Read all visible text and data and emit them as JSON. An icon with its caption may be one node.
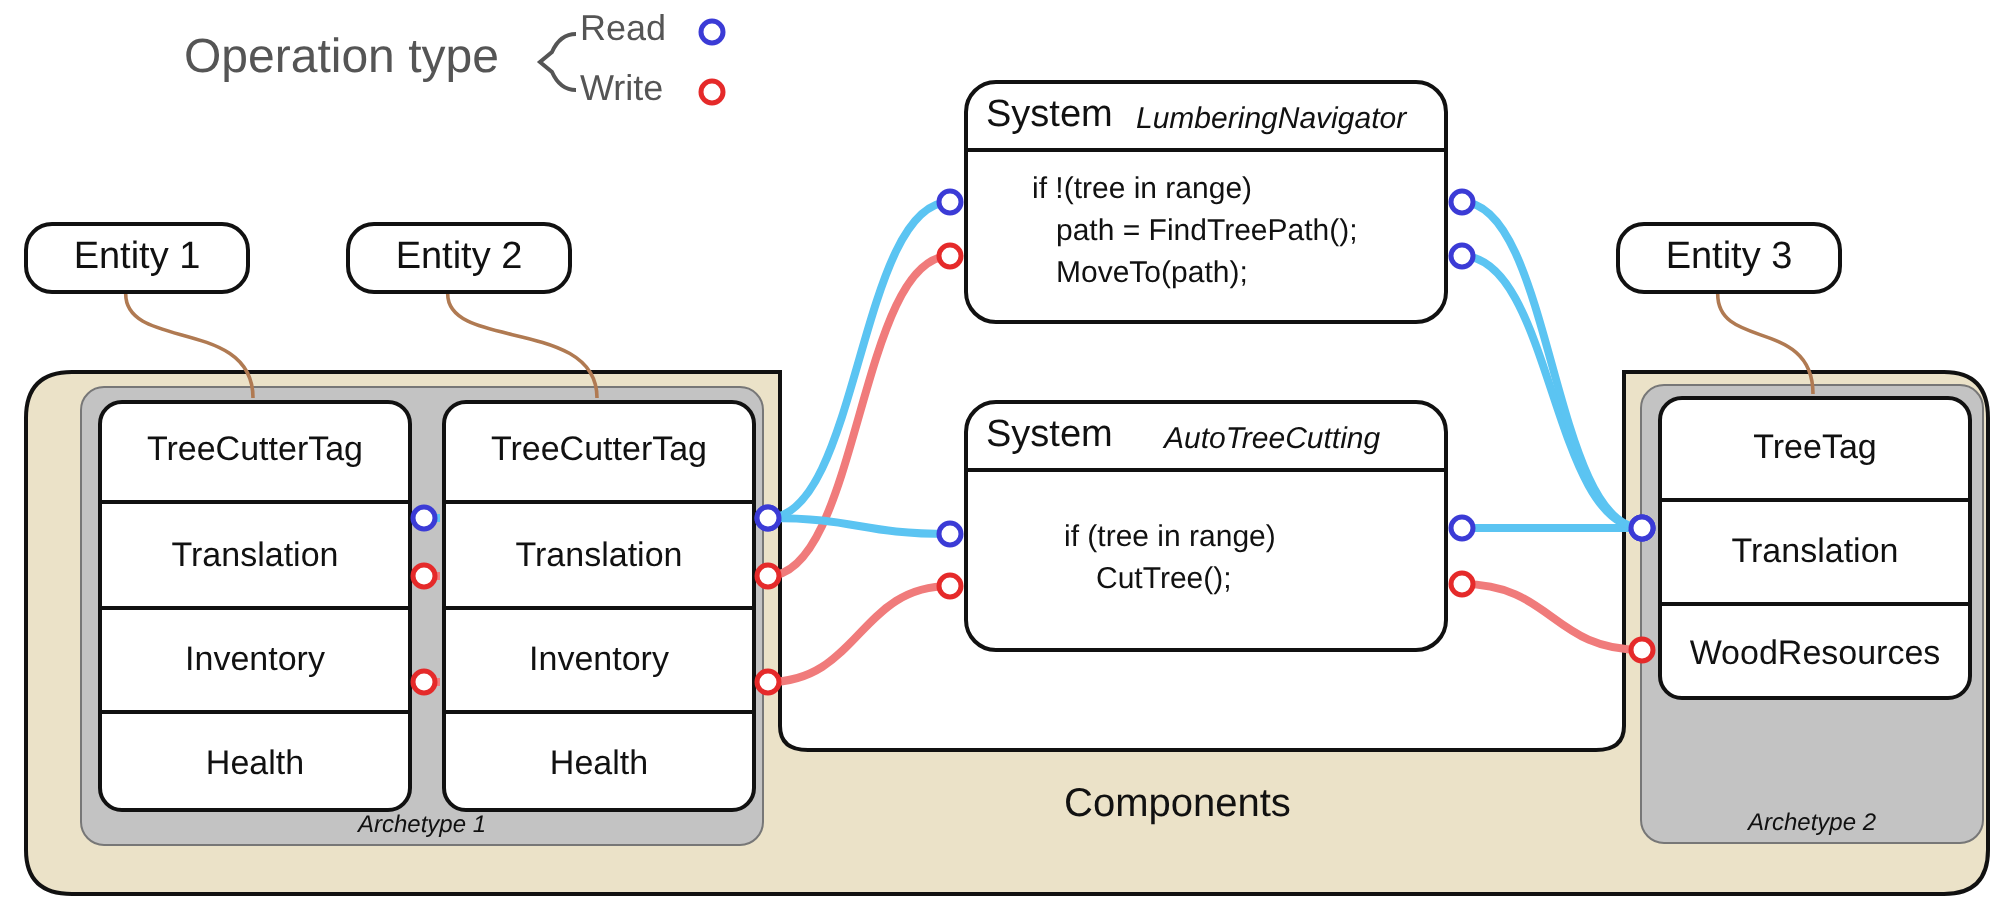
{
  "diagram": {
    "nodes": [
      {
        "text": [
          "System",
          "LumberingNavigator",
          "if !(tree in range)",
          "path = FindTreePath();",
          "MoveTo(path);"
        ]
      },
      {
        "text": [
          "Entity 1"
        ]
      },
      {
        "text": [
          "Entity 2"
        ]
      },
      {
        "text": [
          "Entity 3"
        ]
      },
      {
        "text": [
          "Components"
        ]
      },
      {
        "text": [
          "Archetype 1"
        ],
        "in": 4
      },
      {
        "text": [],
        "shape": "box",
        "in": 5
      },
      {
        "text": [
          "TreeCutterTag"
        ],
        "in": 6
      },
      {
        "text": [
          "Translation"
        ],
        "in": 6
      },
      {
        "text": [
          "Inventory"
        ],
        "in": 6
      },
      {
        "text": [
          "Health"
        ],
        "in": 6
      },
      {
        "text": [],
        "shape": "box",
        "in": 5
      },
      {
        "text": [
          "TreeCutterTag"
        ],
        "in": 11
      },
      {
        "text": [
          "Translation"
        ],
        "in": 11
      },
      {
        "text": [
          "Inventory"
        ],
        "in": 11
      },
      {
        "text": [
          "Health"
        ],
        "in": 11
      },
      {
        "text": [
          "System",
          "AutoTreeCutting",
          "if (tree in range)",
          "CutTree();"
        ]
      },
      {
        "text": [
          "Archetype 2"
        ],
        "in": 4
      },
      {
        "text": [],
        "shape": "box",
        "in": 17
      },
      {
        "text": [
          "TreeTag"
        ],
        "in": 18
      },
      {
        "text": [
          "Translation"
        ],
        "in": 18
      },
      {
        "text": [
          "WoodResources"
        ],
        "in": 18
      }
    ],
    "edges": [
      {
        "from": 1,
        "to": 6,
        "arrow": "none",
        "color": "#b07a52"
      },
      {
        "from": 2,
        "to": 11,
        "arrow": "none",
        "color": "#b07a52"
      },
      {
        "from": 3,
        "to": 18,
        "arrow": "none",
        "color": "#b07a52"
      },
      {
        "from": 8,
        "to": 13,
        "arrow": "other",
        "color": "#5bc4f2"
      },
      {
        "from": 13,
        "to": 0,
        "arrow": "other",
        "color": "#5bc4f2"
      },
      {
        "from": 13,
        "to": 16,
        "arrow": "other",
        "color": "#5bc4f2"
      },
      {
        "from": 8,
        "to": 13,
        "arrow": "other",
        "color": "#f07b7b"
      },
      {
        "from": 13,
        "to": 0,
        "arrow": "other",
        "color": "#f07b7b"
      },
      {
        "from": 9,
        "to": 14,
        "arrow": "other",
        "color": "#f07b7b"
      },
      {
        "from": 14,
        "to": 16,
        "arrow": "other",
        "color": "#f07b7b"
      },
      {
        "from": 0,
        "to": 20,
        "arrow": "other",
        "color": "#5bc4f2"
      },
      {
        "from": 0,
        "to": 20,
        "arrow": "other",
        "color": "#5bc4f2"
      },
      {
        "from": 16,
        "to": 20,
        "arrow": "other",
        "color": "#5bc4f2"
      },
      {
        "from": 16,
        "to": 21,
        "arrow": "other",
        "color": "#f07b7b"
      }
    ],
    "labels": [
      "Operation type"
    ],
    "legend": [
      {
        "text": "Read",
        "color": "#3b3bd6"
      },
      {
        "text": "Write",
        "color": "#e52a2a"
      }
    ]
  }
}
